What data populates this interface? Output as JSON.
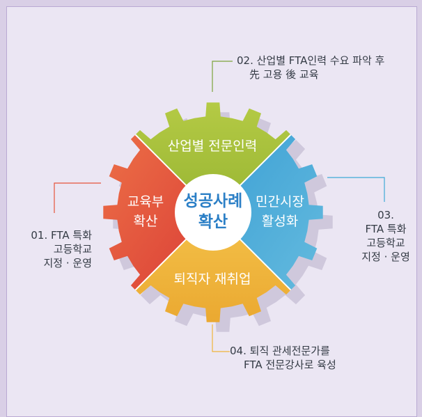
{
  "center": {
    "line1": "성공사례",
    "line2": "확산"
  },
  "segments": {
    "top": {
      "line1": "산업별 전문인력",
      "color": "#a8c43c"
    },
    "left": {
      "line1": "교육부",
      "line2": "확산",
      "color": "#e5533a"
    },
    "right": {
      "line1": "민간시장",
      "line2": "활성화",
      "color": "#3ea9d6"
    },
    "bottom": {
      "line1": "퇴직자 재취업",
      "color": "#f0b53a"
    }
  },
  "callouts": {
    "c01": {
      "line1": "01. FTA 특화",
      "line2": "고등학교",
      "line3": "지정 · 운영",
      "color": "#e5533a"
    },
    "c02": {
      "line1": "02. 산업별 FTA인력 수요 파악 후",
      "line2": "先 고용 後 교육",
      "color": "#7da33a"
    },
    "c03": {
      "line1": "03.",
      "line2": "FTA 특화",
      "line3": "고등학교",
      "line4": "지정 · 운영",
      "color": "#3ea9d6"
    },
    "c04": {
      "line1": "04. 퇴직 관세전문가를",
      "line2": "FTA 전문강사로 육성",
      "color": "#f0b53a"
    }
  }
}
